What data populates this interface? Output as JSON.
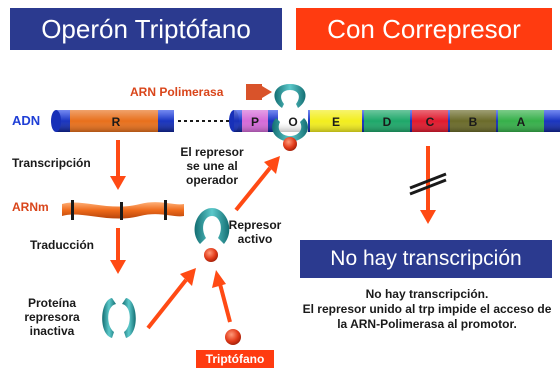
{
  "header": {
    "left_title": "Operón Triptófano",
    "right_title": "Con Correpresor"
  },
  "labels": {
    "arn_polimerasa": "ARN Polimerasa",
    "adn": "ADN",
    "transcripcion": "Transcripción",
    "arnm": "ARNm",
    "traduccion": "Traducción",
    "proteina": "Proteína represora inactiva",
    "represor_activo": "Represor activo",
    "represor_operador": "El represor se une al operador",
    "triptofano": "Triptófano"
  },
  "dna_segments": [
    "R",
    "P",
    "O",
    "E",
    "D",
    "C",
    "B",
    "A"
  ],
  "banner": {
    "title": "No hay transcripción",
    "body": "No hay transcripción.\nEl represor unido al trp impide el acceso de la ARN-Polimerasa al promotor."
  },
  "colors": {
    "title_left_bg": "#2b3a8f",
    "title_right_bg": "#ff3b10",
    "arrow": "#ff4a14",
    "dna_blue": "#1f3fd6",
    "segment_R": "#e8701c",
    "segment_P": "#d46bd8",
    "segment_O": "#ffffff",
    "segment_E": "#f3ee1e",
    "segment_D": "#1ea86a",
    "segment_C": "#e01a2e",
    "segment_B": "#6b6b2a",
    "segment_A": "#36b04a",
    "repressor": "#2fa3a6",
    "tryptophan": "#e23b1a",
    "banner_bg": "#2b3a8f"
  }
}
